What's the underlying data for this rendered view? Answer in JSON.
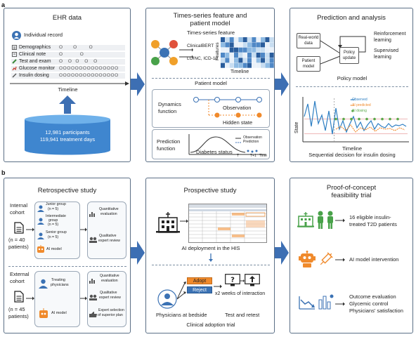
{
  "labels": {
    "a": "a",
    "b": "b"
  },
  "ehr": {
    "title": "EHR data",
    "record": "Individual record",
    "rows": [
      "Demographics",
      "Clinical note",
      "Test and exam",
      "Glucose monitor",
      "Insulin dosing"
    ],
    "row_dots": [
      "O      O       O",
      "O          O",
      "O   O  O   O   O",
      "OOOOOOOOOOOOOOO",
      "OOOOOOOOOOOOOOO"
    ],
    "timeline": "Timeline",
    "participants": "12,981 participants",
    "days": "119,941 treatment days"
  },
  "ts": {
    "title1": "Times-series feature and",
    "title2": "patient model",
    "sub": "Times-series feature",
    "clinicalbert": "ClinicalBERT",
    "loinc": "LOINC, ICD-10",
    "features": "Features",
    "timeline": "Timeline",
    "patient_model": "Patient model",
    "dynamics": "Dynamics",
    "function": "function",
    "observation": "Observation",
    "hidden": "Hidden state",
    "prediction": "Prediction",
    "status": "Diabetes status",
    "legend_obs": "Observation",
    "legend_pred": "Prediction",
    "tick_t": "T",
    "tick_t1": "T+1",
    "tick_time": "Time"
  },
  "pred": {
    "title": "Prediction and analysis",
    "real": "Real-world",
    "data": "data",
    "patient": "Patient",
    "model": "model",
    "policy": "Policy",
    "update": "update",
    "rl1": "Reinforcement",
    "rl2": "learning",
    "sl1": "Supervised",
    "sl2": "learning",
    "policy_model": "Policy model",
    "state": "State",
    "legend": [
      "Observed",
      "AI predicted",
      "AI dosing"
    ],
    "timeline": "Timeline",
    "caption": "Sequential decision for insulin dosing",
    "colors": {
      "observed": "#2e7fc3",
      "predicted": "#f08a2c",
      "dosing": "#5aa84a"
    }
  },
  "retro": {
    "title": "Retrospective study",
    "internal1": "Internal",
    "internal2": "cohort",
    "n40a": "(n = 40",
    "n40b": "patients)",
    "junior": [
      "Junior group",
      "(n = 5)"
    ],
    "intermediate": [
      "Intermediate",
      "group",
      "(n = 5)"
    ],
    "senior": [
      "Senior group",
      "(n = 5)"
    ],
    "ai": "AI model",
    "quant": [
      "Quantitative",
      "evaluation"
    ],
    "qual": [
      "Qualitative",
      "expert review"
    ],
    "external1": "External",
    "external2": "cohort",
    "n45a": "(n = 45",
    "n45b": "patients)",
    "treating": [
      "Treating",
      "physicians"
    ],
    "ai2": "AI model",
    "quant2": [
      "Quantitative",
      "evaluation"
    ],
    "qual2": [
      "Qualitative",
      "expert review"
    ],
    "expert": [
      "Expert selection",
      "of superior plan"
    ]
  },
  "prosp": {
    "title": "Prospective study",
    "deploy": "AI deployment in the HIS",
    "adopt": "Adopt",
    "reject": "Reject",
    "weeks": "x2 weeks of interaction",
    "bedside": "Physicians at bedside",
    "retest": "Test and retest",
    "trial": "Clinical adoption trial"
  },
  "poc": {
    "title1": "Proof-of-concept",
    "title2": "feasibility trial",
    "patients1": "16 eligible insulin-",
    "patients2": "treated T2D patients",
    "intervention": "AI model intervention",
    "outcome1": "Outcome evaluation",
    "outcome2": "Glycemic control",
    "outcome3": "Physicians' satisfaction"
  }
}
